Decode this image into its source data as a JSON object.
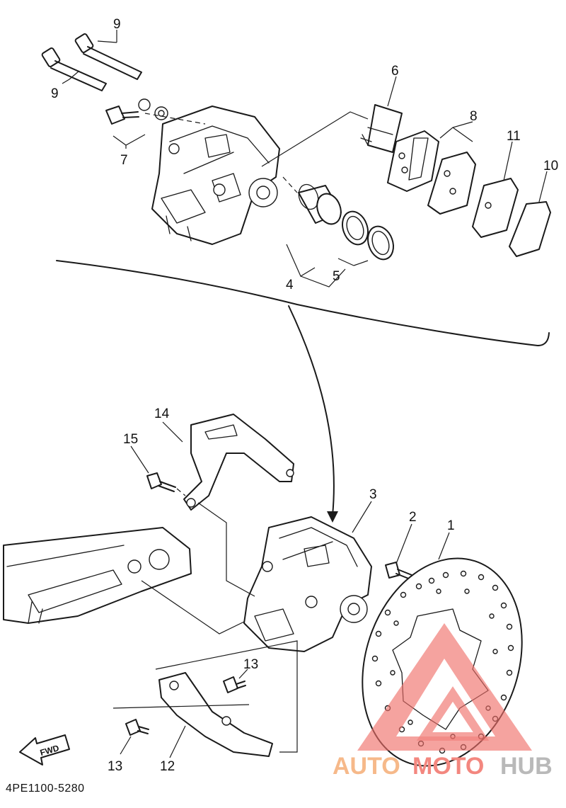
{
  "diagram": {
    "part_numbers": [
      {
        "id": "1",
        "label": "1"
      },
      {
        "id": "2",
        "label": "2"
      },
      {
        "id": "3",
        "label": "3"
      },
      {
        "id": "4",
        "label": "4"
      },
      {
        "id": "5",
        "label": "5"
      },
      {
        "id": "6",
        "label": "6"
      },
      {
        "id": "7",
        "label": "7"
      },
      {
        "id": "8",
        "label": "8"
      },
      {
        "id": "9a",
        "label": "9"
      },
      {
        "id": "9b",
        "label": "9"
      },
      {
        "id": "10",
        "label": "10"
      },
      {
        "id": "11",
        "label": "11"
      },
      {
        "id": "12",
        "label": "12"
      },
      {
        "id": "13a",
        "label": "13"
      },
      {
        "id": "13b",
        "label": "13"
      },
      {
        "id": "14",
        "label": "14"
      },
      {
        "id": "15",
        "label": "15"
      }
    ],
    "direction_badge": "FWD",
    "diagram_code": "4PE1100-5280"
  },
  "watermark": {
    "text_auto": "AUTO",
    "text_moto": "MOTO",
    "text_hub": "HUB",
    "colors": {
      "auto": "#f6b98a",
      "moto": "#f3877f",
      "hub": "#b9b9b9",
      "triangle": "#ef6f6a"
    }
  }
}
